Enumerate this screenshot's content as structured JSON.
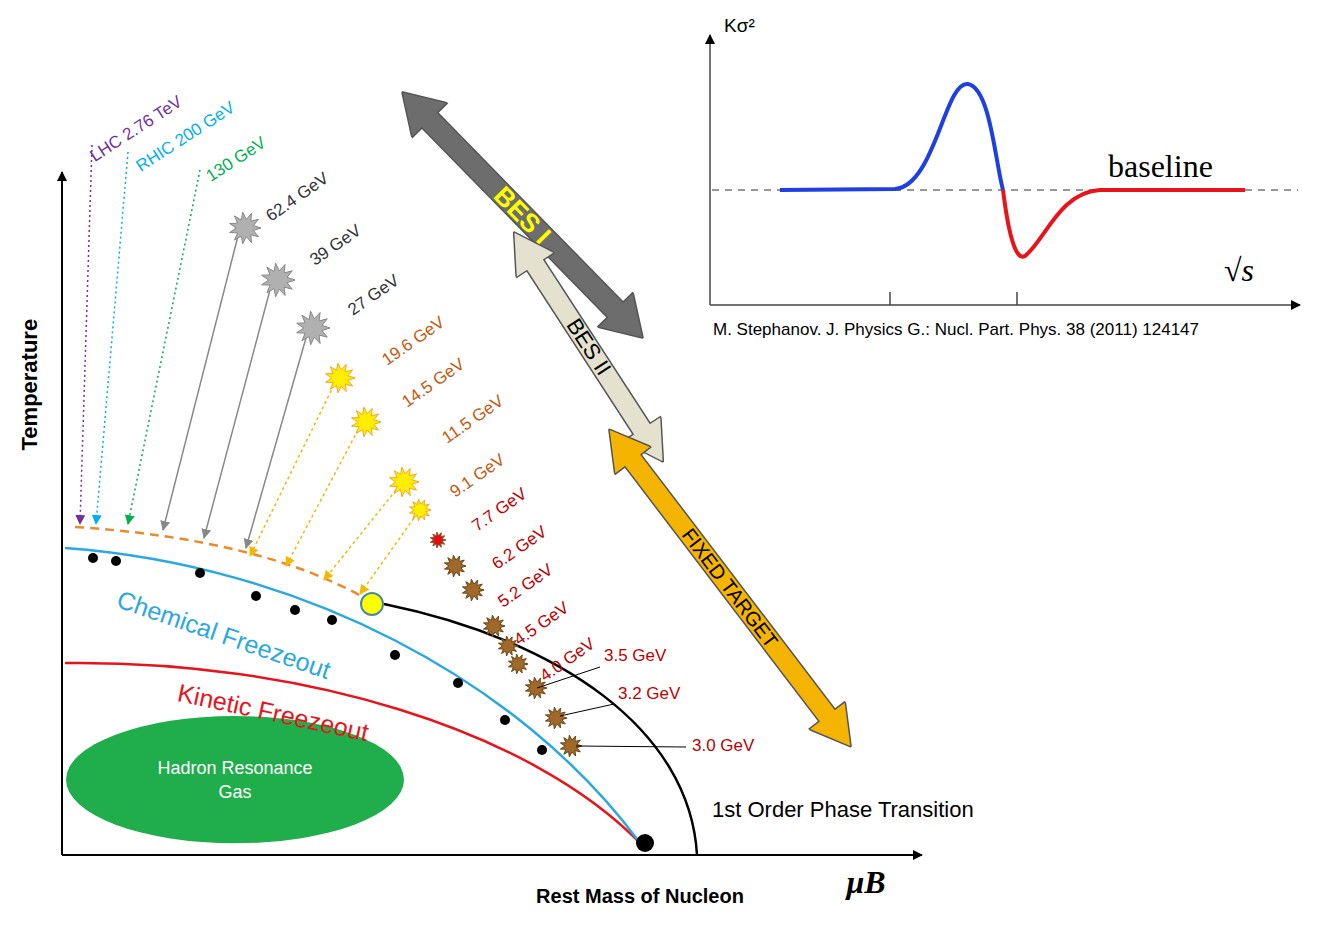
{
  "diagram": {
    "nodes": [
      {
        "text": [
          "BES I"
        ]
      },
      {
        "text": [
          "BES II"
        ]
      },
      {
        "text": [
          "FIXED TARGET"
        ]
      },
      {
        "text": [
          "Hadron Resonance Gas"
        ]
      }
    ],
    "labels": [
      "Temperature",
      "Rest Mass of Nucleon",
      "μB",
      "Chemical Freezeout",
      "Kinetic Freezeout",
      "1st Order Phase Transition",
      "LHC 2.76 TeV",
      "RHIC 200 GeV",
      "130 GeV",
      "62.4 GeV",
      "39 GeV",
      "27 GeV",
      "19.6 GeV",
      "14.5 GeV",
      "11.5 GeV",
      "9.1 GeV",
      "7.7 GeV",
      "6.2 GeV",
      "5.2 GeV",
      "4.5 GeV",
      "4.0 GeV",
      "3.5 GeV",
      "3.2 GeV",
      "3.0 GeV",
      "Kσ²",
      "baseline",
      "√s",
      "M. Stephanov. J. Physics G.: Nucl. Part. Phys. 38 (2011) 124147"
    ]
  }
}
